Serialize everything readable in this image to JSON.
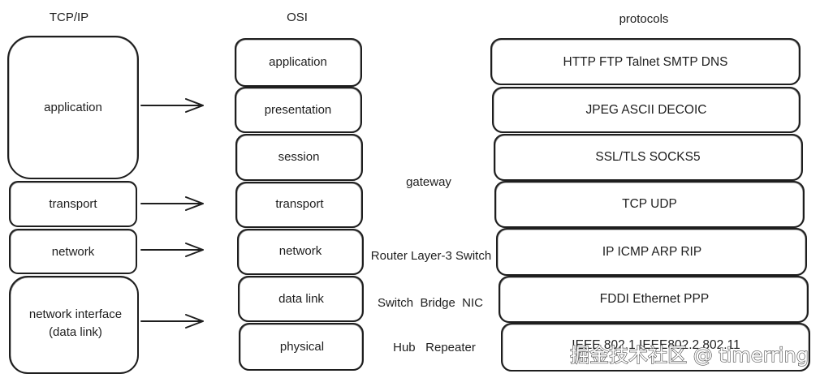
{
  "tcpip": {
    "title": "TCP/IP",
    "layers": [
      {
        "label": "application"
      },
      {
        "label": "transport"
      },
      {
        "label": "network"
      },
      {
        "label": "network interface",
        "sublabel": "(data link)"
      }
    ]
  },
  "osi": {
    "title": "OSI",
    "layers": [
      {
        "label": "application"
      },
      {
        "label": "presentation"
      },
      {
        "label": "session"
      },
      {
        "label": "transport"
      },
      {
        "label": "network"
      },
      {
        "label": "data link"
      },
      {
        "label": "physical"
      }
    ]
  },
  "devices": {
    "gateway": "gateway",
    "network": "Router Layer-3 Switch",
    "data_link": "Switch  Bridge  NIC",
    "physical": "Hub   Repeater"
  },
  "protocols": {
    "title": "protocols",
    "rows": [
      {
        "label": "HTTP FTP Talnet SMTP DNS"
      },
      {
        "label": "JPEG ASCII DECOIC"
      },
      {
        "label": "SSL/TLS SOCKS5"
      },
      {
        "label": "TCP UDP"
      },
      {
        "label": "IP ICMP ARP RIP"
      },
      {
        "label": "FDDI Ethernet PPP"
      },
      {
        "label": "IEEE 802.1 IEEE802.2 802.11"
      }
    ]
  },
  "watermark": "掘金技术社区 @ timerring",
  "colors": {
    "stroke": "#1e1e1e",
    "background": "#ffffff"
  }
}
